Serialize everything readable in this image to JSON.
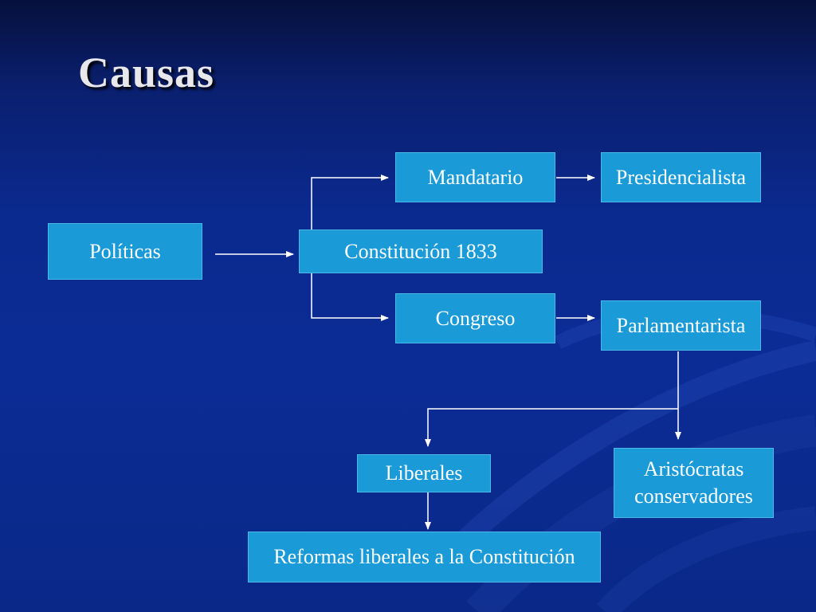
{
  "slide": {
    "title": "Causas"
  },
  "diagram": {
    "nodes": {
      "politicas": "Políticas",
      "constitucion": "Constitución 1833",
      "mandatario": "Mandatario",
      "presidencialista": "Presidencialista",
      "congreso": "Congreso",
      "parlamentarista": "Parlamentarista",
      "liberales": "Liberales",
      "aristocratas_line1": "Aristócratas",
      "aristocratas_line2": "conservadores",
      "reformas": "Reformas liberales a la Constitución"
    },
    "edges": [
      {
        "from": "Políticas",
        "to": "Constitución 1833"
      },
      {
        "from": "Constitución 1833",
        "to": "Mandatario"
      },
      {
        "from": "Constitución 1833",
        "to": "Congreso"
      },
      {
        "from": "Mandatario",
        "to": "Presidencialista"
      },
      {
        "from": "Congreso",
        "to": "Parlamentarista"
      },
      {
        "from": "Parlamentarista",
        "to": "Liberales"
      },
      {
        "from": "Parlamentarista",
        "to": "Aristócratas conservadores"
      },
      {
        "from": "Liberales",
        "to": "Reformas liberales a la Constitución"
      }
    ],
    "colors": {
      "box_fill": "#1a9ad6",
      "box_text": "#ffffff",
      "arrow": "#ffffff",
      "background": "#0b2a8f"
    }
  }
}
